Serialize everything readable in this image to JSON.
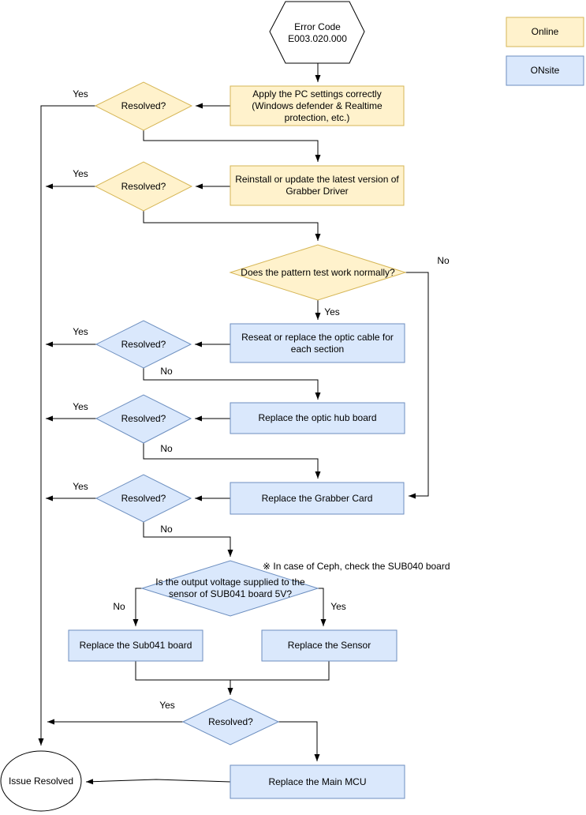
{
  "palette": {
    "online_fill": "#FFF2CC",
    "online_stroke": "#D6B656",
    "onsite_fill": "#DAE8FC",
    "onsite_stroke": "#6C8EBF",
    "connector": "#000000",
    "background": "#FFFFFF"
  },
  "legend": {
    "online": "Online",
    "onsite": "ONsite"
  },
  "start": {
    "line1": "Error Code",
    "line2": "E003.020.000"
  },
  "decisions": {
    "resolved": "Resolved?",
    "pattern_test": "Does the pattern test work normally?",
    "voltage": "Is the output voltage supplied to the sensor of SUB041 board 5V?"
  },
  "processes": {
    "apply_pc": "Apply the PC settings correctly (Windows defender & Realtime protection, etc.)",
    "reinstall_driver": "Reinstall or update the latest version of Grabber Driver",
    "reseat_optic": "Reseat or replace the optic cable for each section",
    "replace_hub": "Replace the optic hub board",
    "replace_grabber": "Replace the Grabber Card",
    "replace_sub041": "Replace the Sub041 board",
    "replace_sensor": "Replace the Sensor",
    "replace_mcu": "Replace the Main MCU"
  },
  "terminal": {
    "issue_resolved": "Issue Resolved"
  },
  "labels": {
    "yes": "Yes",
    "no": "No"
  },
  "annotation": "※ In case of Ceph, check the SUB040 board"
}
